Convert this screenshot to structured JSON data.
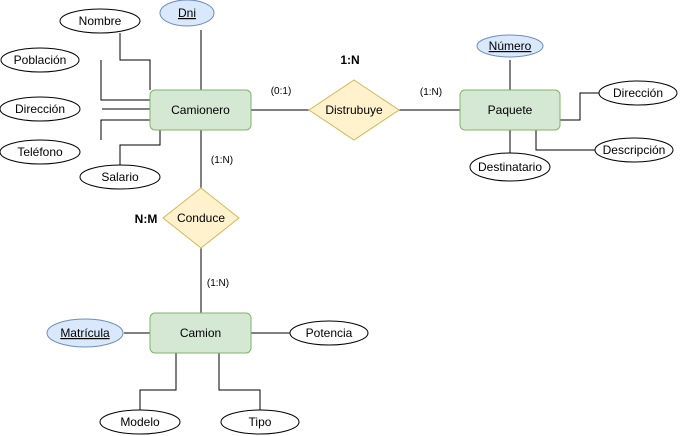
{
  "colors": {
    "entity_fill": "#d5e8d4",
    "entity_stroke": "#82b366",
    "relation_fill": "#fff2cc",
    "relation_stroke": "#d6b656",
    "key_attr_fill": "#dae8fc",
    "key_attr_stroke": "#6c8ebf",
    "attr_fill": "#ffffff",
    "attr_stroke": "#000000"
  },
  "entities": {
    "camionero": "Camionero",
    "paquete": "Paquete",
    "camion": "Camion"
  },
  "relationships": {
    "distribuye": "Distrubuye",
    "conduce": "Conduce"
  },
  "attributes": {
    "dni": "Dni",
    "nombre": "Nombre",
    "poblacion": "Población",
    "direccion_camionero": "Dirección",
    "telefono": "Teléfono",
    "salario": "Salario",
    "numero": "Número",
    "direccion_paquete": "Dirección",
    "descripcion": "Descripción",
    "destinatario": "Destinatario",
    "matricula": "Matrícula",
    "potencia": "Potencia",
    "modelo": "Modelo",
    "tipo": "Tipo"
  },
  "cardinalities": {
    "camionero_distribuye": "(0:1)",
    "distribuye_paquete": "(1:N)",
    "camionero_conduce": "(1:N)",
    "conduce_camion": "(1:N)"
  },
  "ratios": {
    "distribuye": "1:N",
    "conduce": "N:M"
  }
}
